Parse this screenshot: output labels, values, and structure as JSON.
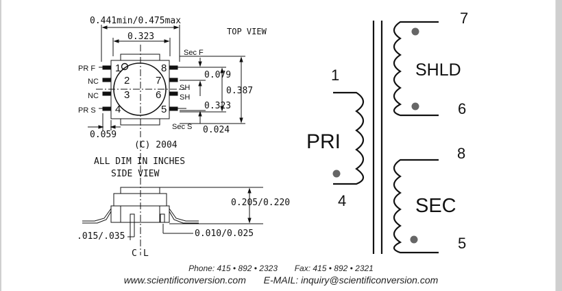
{
  "top_view": {
    "title": "TOP VIEW",
    "dim_overall_width": "0.441min/0.475max",
    "dim_body_width": "0.323",
    "dim_height": "0.387",
    "dim_body_height": "0.323",
    "dim_pin_spacing": "0.079",
    "dim_pin_offset": "0.059",
    "dim_lead": "0.024",
    "pin_numbers": [
      "1",
      "2",
      "3",
      "4",
      "5",
      "6",
      "7",
      "8"
    ],
    "labels": {
      "pr_f": "PR F",
      "nc_1": "NC",
      "nc_2": "NC",
      "pr_s": "PR S",
      "sec_f": "Sec F",
      "sh_1": "SH",
      "sh_2": "SH",
      "sec_s": "Sec S"
    }
  },
  "copyright": "(C) 2004",
  "units_note": "ALL DIM IN INCHES",
  "side_view": {
    "title": "SIDE VIEW",
    "dim_height": "0.205/0.220",
    "dim_standoff": ".015/.035",
    "dim_lead_thickness": "0.010/0.025",
    "centerline_c": "C",
    "centerline_l": "L"
  },
  "schematic": {
    "primary_label": "PRI",
    "primary_pin_top": "1",
    "primary_pin_bottom": "4",
    "shield_label": "SHLD",
    "shield_pin_top": "7",
    "shield_pin_bottom": "6",
    "secondary_label": "SEC",
    "secondary_pin_top": "8",
    "secondary_pin_bottom": "5"
  },
  "footer": {
    "phone_label": "Phone:",
    "phone": "415 • 892 • 2323",
    "fax_label": "Fax:",
    "fax": "415 • 892 • 2321",
    "website": "www.scientificonversion.com",
    "email_label": "E-MAIL:",
    "email": "inquiry@scientificonversion.com"
  }
}
